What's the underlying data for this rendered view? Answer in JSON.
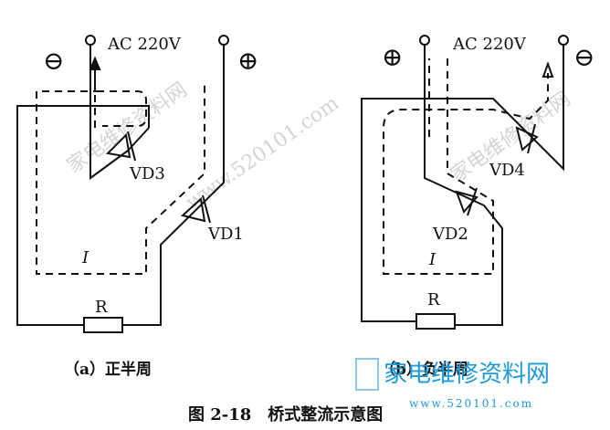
{
  "figure_caption": "图 2-18　桥式整流示意图",
  "watermark_text": "家电维修资料网",
  "watermark_url": "www.520101.com",
  "logo_text": "家电维修资料网",
  "logo_url": "www.520101.com",
  "panel_a": {
    "source_label": "AC 220V",
    "left_polarity": "⊖",
    "right_polarity": "⊕",
    "diode_upper": "VD3",
    "diode_lower": "VD1",
    "resistor": "R",
    "loop_label": "I",
    "caption": "（a）正半周"
  },
  "panel_b": {
    "source_label": "AC 220V",
    "left_polarity": "⊕",
    "right_polarity": "⊖",
    "diode_upper": "VD4",
    "diode_lower": "VD2",
    "resistor": "R",
    "loop_label": "I",
    "caption": "（b）负半周"
  },
  "colors": {
    "ink": "#111111",
    "watermark": "#c9c9c9",
    "logo": "#1d9bd7"
  }
}
